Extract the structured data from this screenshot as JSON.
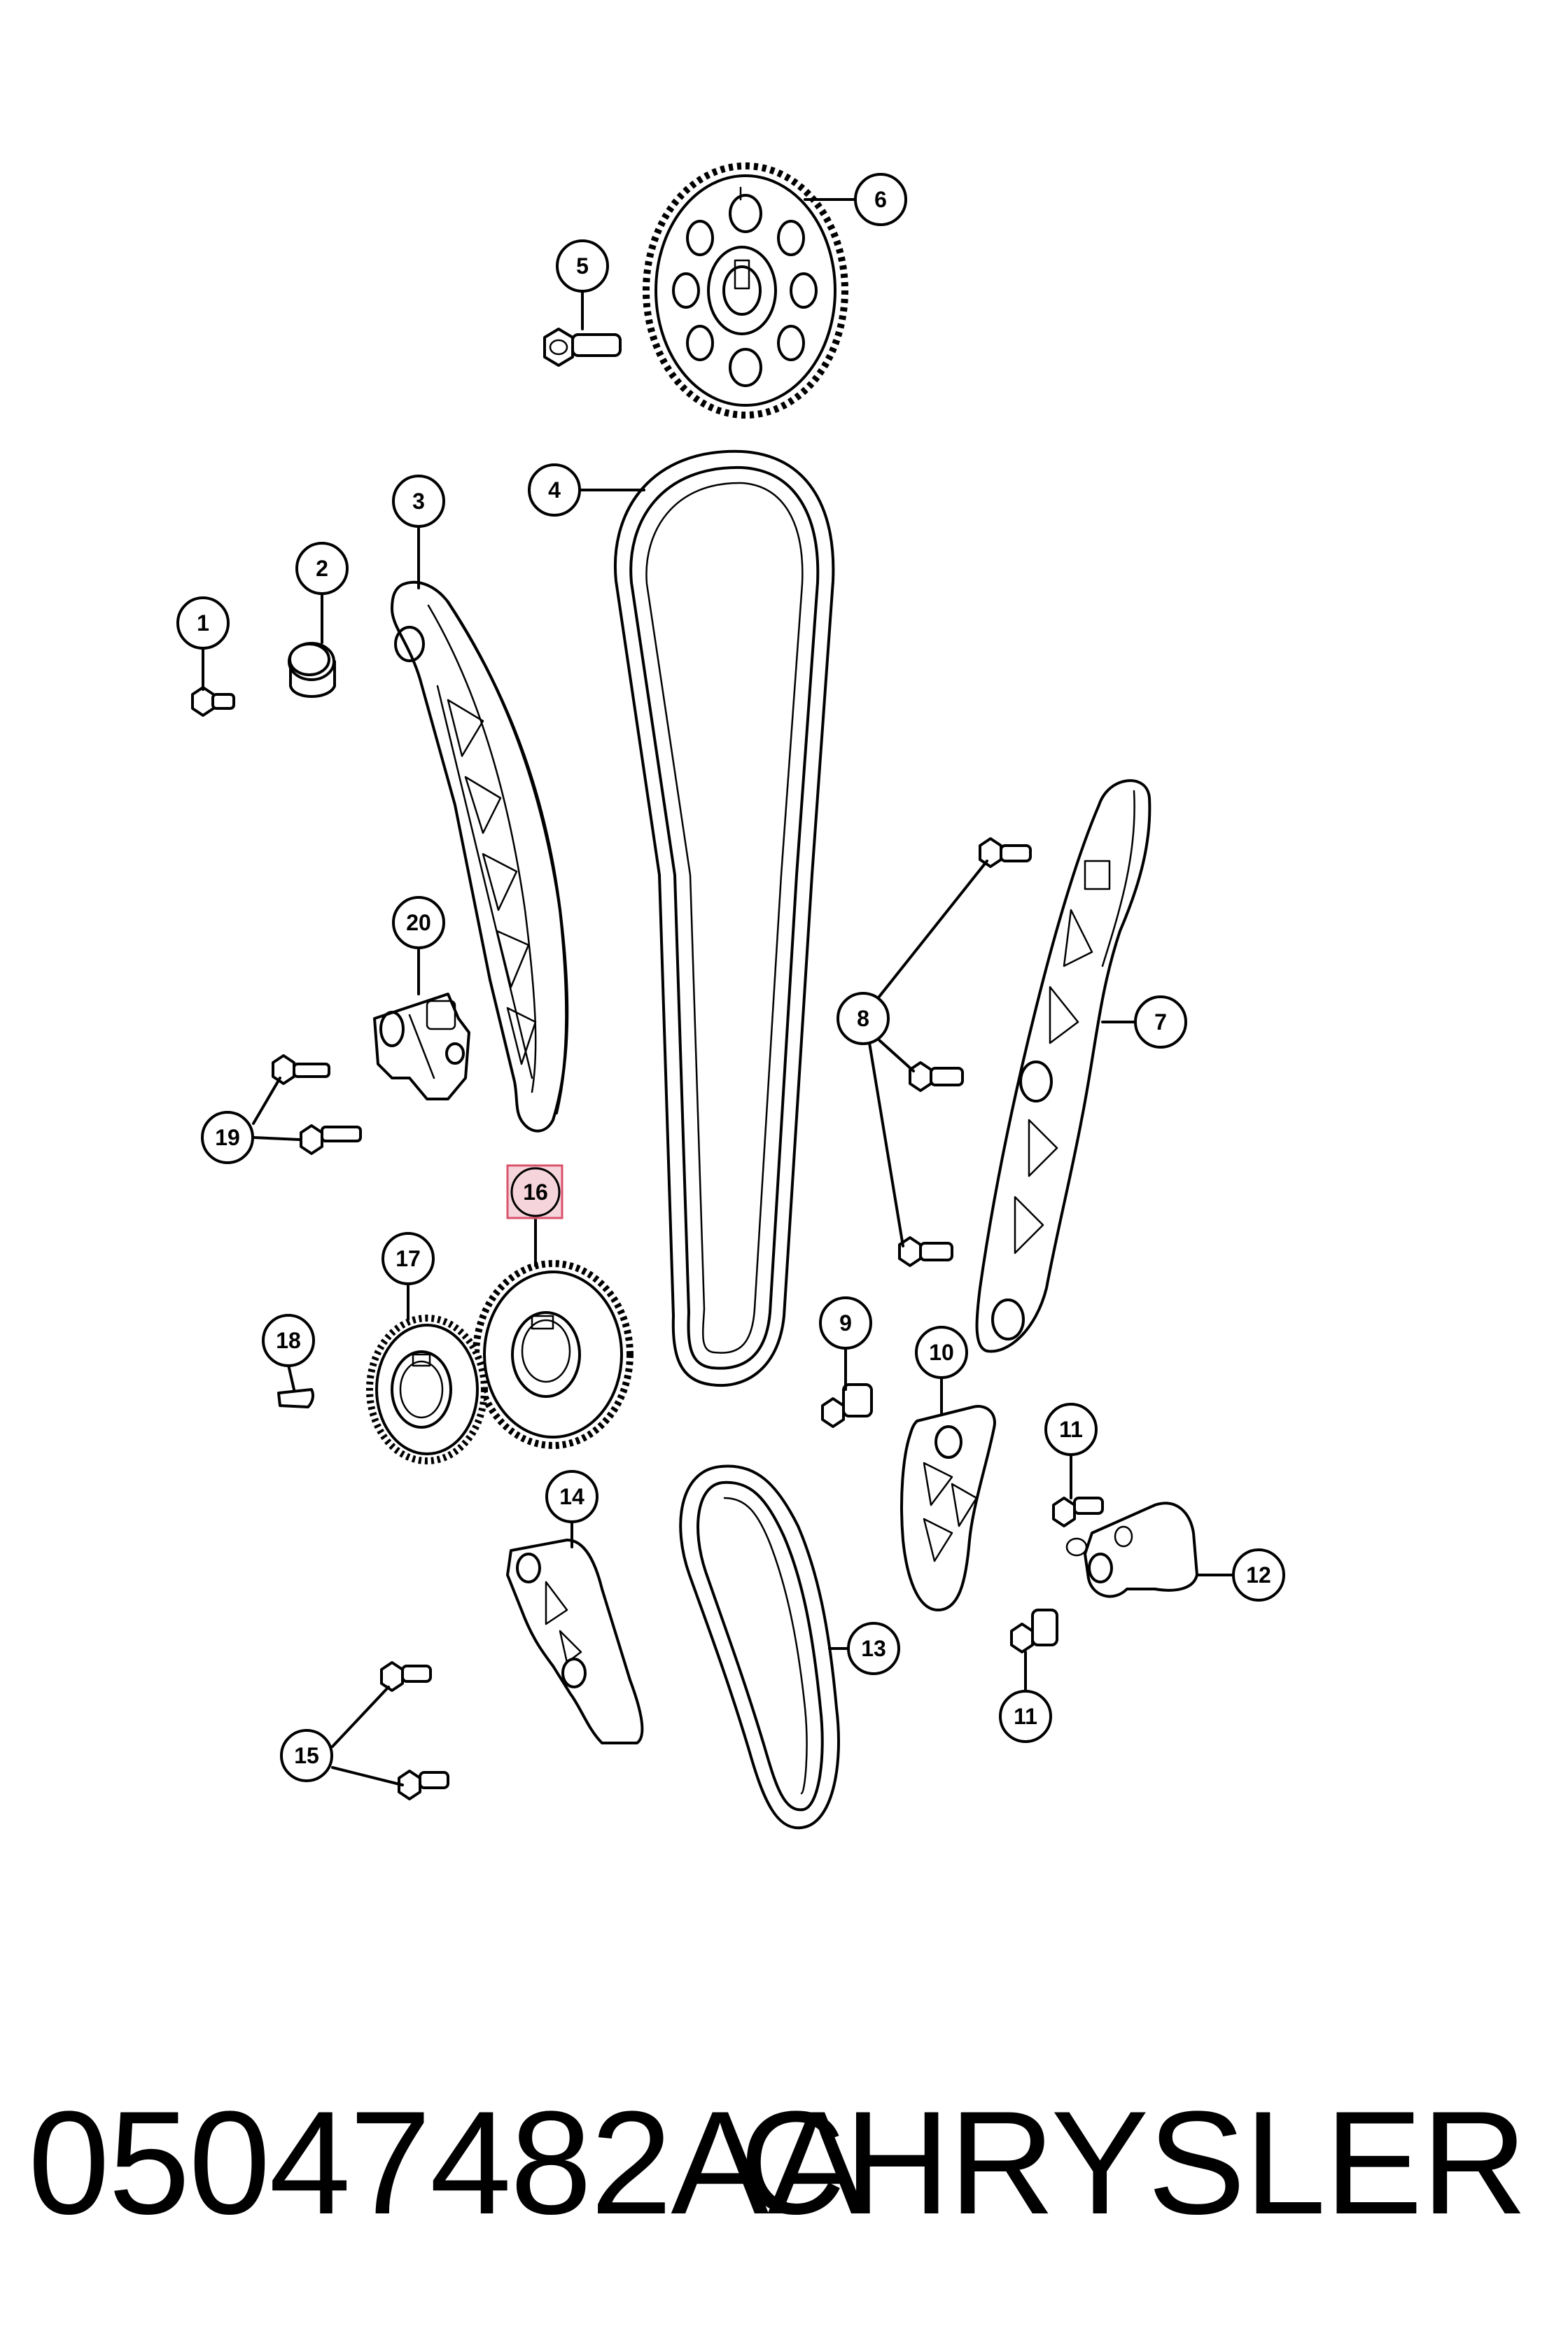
{
  "callouts": [
    {
      "id": "1",
      "label": "1"
    },
    {
      "id": "2",
      "label": "2"
    },
    {
      "id": "3",
      "label": "3"
    },
    {
      "id": "4",
      "label": "4"
    },
    {
      "id": "5",
      "label": "5"
    },
    {
      "id": "6",
      "label": "6"
    },
    {
      "id": "7",
      "label": "7"
    },
    {
      "id": "8",
      "label": "8"
    },
    {
      "id": "9",
      "label": "9"
    },
    {
      "id": "10",
      "label": "10"
    },
    {
      "id": "11a",
      "label": "11"
    },
    {
      "id": "11b",
      "label": "11"
    },
    {
      "id": "12",
      "label": "12"
    },
    {
      "id": "13",
      "label": "13"
    },
    {
      "id": "14",
      "label": "14"
    },
    {
      "id": "15",
      "label": "15"
    },
    {
      "id": "16",
      "label": "16"
    },
    {
      "id": "17",
      "label": "17"
    },
    {
      "id": "18",
      "label": "18"
    },
    {
      "id": "19",
      "label": "19"
    },
    {
      "id": "20",
      "label": "20"
    }
  ],
  "highlighted_callout": "16",
  "colors": {
    "line": "#000000",
    "highlight_fill": "#f6d4dc",
    "highlight_border": "#d9536b"
  },
  "footer": {
    "part_number": "05047482AA",
    "brand": "CHRYSLER"
  }
}
